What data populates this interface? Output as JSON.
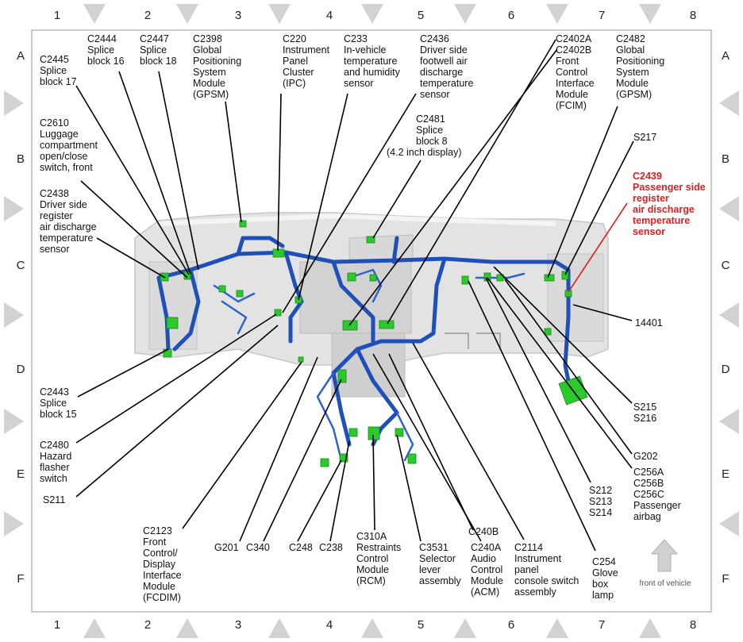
{
  "grid": {
    "columns": [
      "1",
      "2",
      "3",
      "4",
      "5",
      "6",
      "7",
      "8"
    ],
    "rows": [
      "A",
      "B",
      "C",
      "D",
      "E",
      "F"
    ]
  },
  "labels": {
    "c2445": [
      "C2445",
      "Splice",
      "block 17"
    ],
    "c2444": [
      "C2444",
      "Splice",
      "block 16"
    ],
    "c2447": [
      "C2447",
      "Splice",
      "block 18"
    ],
    "c2398": [
      "C2398",
      "Global",
      "Positioning",
      "System",
      "Module",
      "(GPSM)"
    ],
    "c220": [
      "C220",
      "Instrument",
      "Panel",
      "Cluster",
      "(IPC)"
    ],
    "c233": [
      "C233",
      "In-vehicle",
      "temperature",
      "and humidity",
      "sensor"
    ],
    "c2436": [
      "C2436",
      "Driver side",
      "footwell air",
      "discharge",
      "temperature",
      "sensor"
    ],
    "c2402": [
      "C2402A",
      "C2402B",
      "Front",
      "Control",
      "Interface",
      "Module",
      "(FCIM)"
    ],
    "c2482": [
      "C2482",
      "Global",
      "Positioning",
      "System",
      "Module",
      "(GPSM)"
    ],
    "c2610": [
      "C2610",
      "Luggage",
      "compartment",
      "open/close",
      "switch, front"
    ],
    "c2481": [
      "C2481",
      "Splice",
      "block 8",
      "(4.2 inch display)"
    ],
    "s217": [
      "S217"
    ],
    "c2439": [
      "C2439",
      "Passenger side",
      "register",
      "air discharge",
      "temperature",
      "sensor"
    ],
    "c2438": [
      "C2438",
      "Driver side",
      "register",
      "air discharge",
      "temperature",
      "sensor"
    ],
    "n14401": [
      "14401"
    ],
    "c2443": [
      "C2443",
      "Splice",
      "block 15"
    ],
    "s215": [
      "S215",
      "S216"
    ],
    "c2480": [
      "C2480",
      "Hazard",
      "flasher",
      "switch"
    ],
    "g202": [
      "G202"
    ],
    "s211": [
      "S211"
    ],
    "c256": [
      "C256A",
      "C256B",
      "C256C",
      "Passenger",
      "airbag"
    ],
    "s212": [
      "S212",
      "S213",
      "S214"
    ],
    "c2123": [
      "C2123",
      "Front",
      "Control/",
      "Display",
      "Interface",
      "Module",
      "(FCDIM)"
    ],
    "g201": [
      "G201"
    ],
    "c340": [
      "C340"
    ],
    "c248": [
      "C248"
    ],
    "c238": [
      "C238"
    ],
    "c310a": [
      "C310A",
      "Restraints",
      "Control",
      "Module",
      "(RCM)"
    ],
    "c3531": [
      "C3531",
      "Selector",
      "lever",
      "assembly"
    ],
    "c240b": [
      "C240B"
    ],
    "c240a": [
      "C240A",
      "Audio",
      "Control",
      "Module",
      "(ACM)"
    ],
    "c2114": [
      "C2114",
      "Instrument",
      "panel",
      "console switch",
      "assembly"
    ],
    "c254": [
      "C254",
      "Glove",
      "box",
      "lamp"
    ]
  },
  "front_of_vehicle": "front of vehicle",
  "colors": {
    "harness": "#1f4fb8",
    "connector": "#2cc92c",
    "highlight": "#e02020",
    "dash": "#d9d9d9"
  }
}
